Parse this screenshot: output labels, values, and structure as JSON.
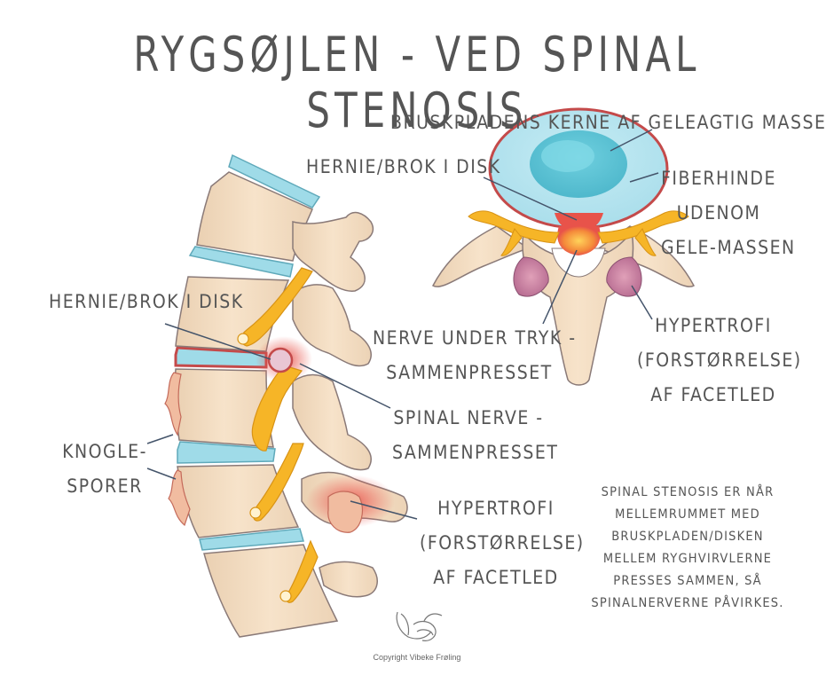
{
  "title": "RYGSØJLEN - VED SPINAL STENOSIS",
  "labels": {
    "nucleus": "BRUSKPLADENS KERNE AF GELEAGTIG MASSE",
    "hernia_top": "HERNIE/BROK I DISK",
    "annulus": [
      "FIBERHINDE",
      "UDENOM",
      "GELE-MASSEN"
    ],
    "nerve_pressure": [
      "NERVE UNDER TRYK -",
      "SAMMENPRESSET"
    ],
    "hypertrophy_top": [
      "HYPERTROFI",
      "(FORSTØRRELSE)",
      "AF FACETLED"
    ],
    "hernia_left": "HERNIE/BROK I DISK",
    "spinal_nerve": [
      "SPINAL NERVE -",
      "SAMMENPRESSET"
    ],
    "bone_spurs": [
      "KNOGLE-",
      "SPORER"
    ],
    "hypertrophy_bottom": [
      "HYPERTROFI",
      "(FORSTØRRELSE)",
      "AF FACETLED"
    ]
  },
  "note": [
    "SPINAL STENOSIS ER NÅR",
    "MELLEMRUMMET MED",
    "BRUSKPLADEN/DISKEN",
    "MELLEM RYGHVIRVLERNE",
    "PRESSES SAMMEN, SÅ",
    "SPINALNERVERNE PÅVIRKES."
  ],
  "copyright": "Copyright Vibeke Frøling",
  "colors": {
    "text": "#555555",
    "bone": "#f5dcc0",
    "bone_outline": "#8a7a78",
    "disc": "#9fdbe8",
    "nerve": "#f6b527",
    "inflamed": "#e8534a"
  }
}
